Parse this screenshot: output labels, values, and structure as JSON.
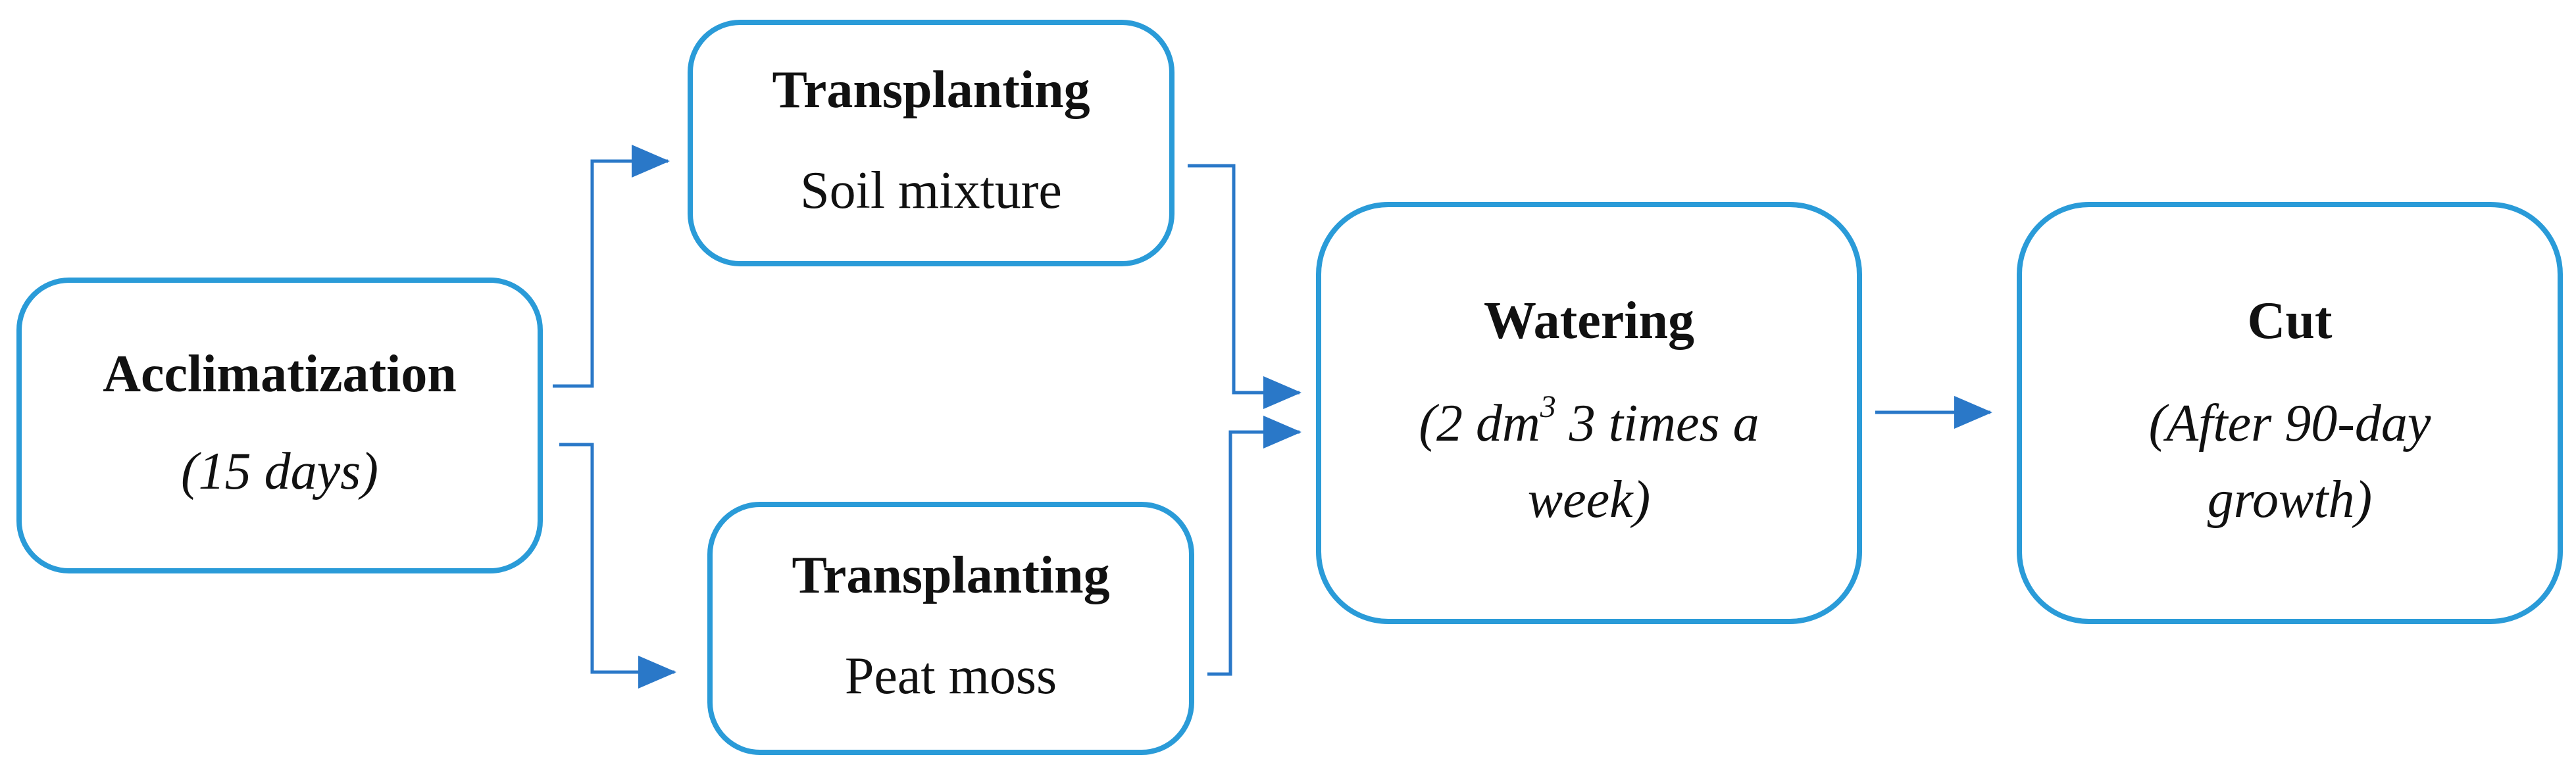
{
  "colors": {
    "box_border": "#2a9bd8",
    "arrow": "#2a78c8"
  },
  "nodes": {
    "acclimatization": {
      "title": "Acclimatization",
      "detail": "(15 days)"
    },
    "transplant_soil": {
      "title": "Transplanting",
      "detail": "Soil mixture"
    },
    "transplant_peat": {
      "title": "Transplanting",
      "detail": "Peat moss"
    },
    "watering": {
      "title": "Watering",
      "detail_pre": "(2 dm",
      "detail_sup": "3",
      "detail_post": " 3 times a week)"
    },
    "cut": {
      "title": "Cut",
      "detail": "(After 90-day growth)"
    }
  },
  "edges": [
    {
      "from": "acclimatization",
      "to": "transplant_soil"
    },
    {
      "from": "acclimatization",
      "to": "transplant_peat"
    },
    {
      "from": "transplant_soil",
      "to": "watering"
    },
    {
      "from": "transplant_peat",
      "to": "watering"
    },
    {
      "from": "watering",
      "to": "cut"
    }
  ]
}
